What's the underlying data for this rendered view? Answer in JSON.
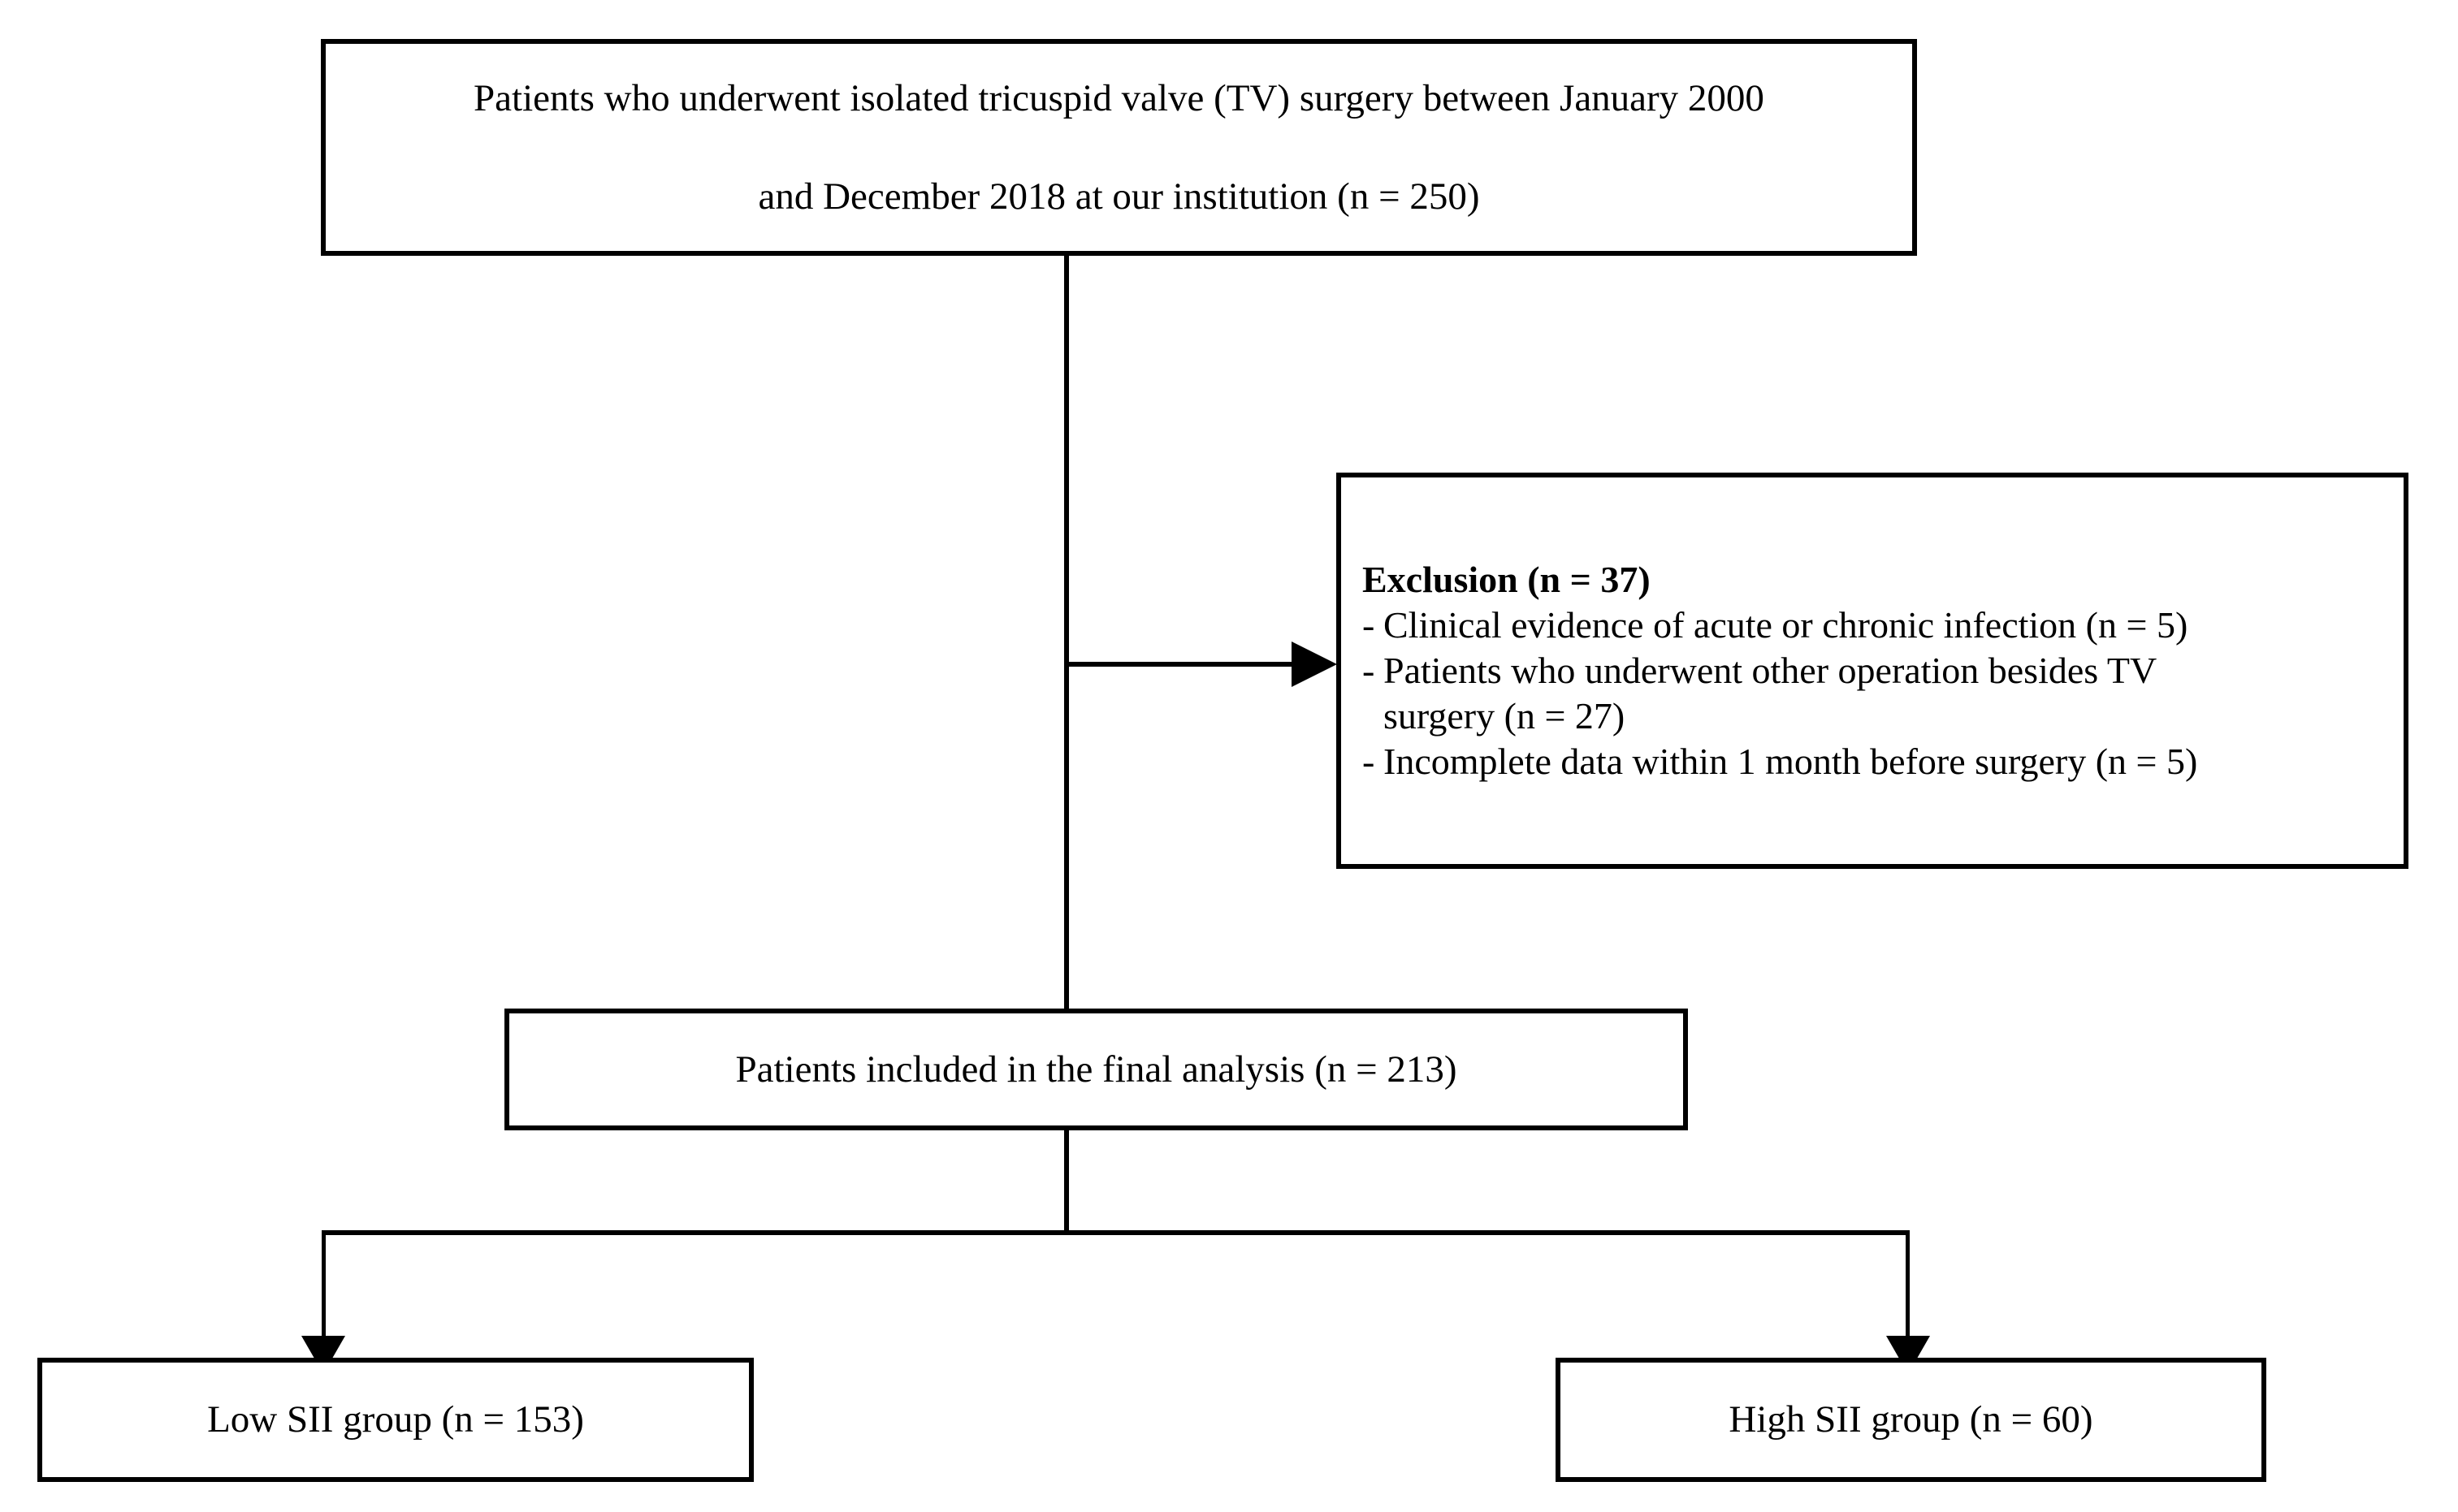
{
  "figure": {
    "type": "flowchart",
    "description": "Patient selection flow diagram"
  },
  "nodes": {
    "enrollment": {
      "line1": "Patients who underwent isolated tricuspid valve (TV) surgery between January 2000",
      "line2": "and December 2018 at our institution (n = 250)"
    },
    "exclusion": {
      "title": "Exclusion (n = 37)",
      "bullet": "-",
      "items": [
        {
          "text": "Clinical evidence of acute or chronic infection (n = 5)",
          "continuation": ""
        },
        {
          "text": "Patients who underwent other operation besides TV",
          "continuation": "surgery (n = 27)"
        },
        {
          "text": "Incomplete data within 1 month before surgery (n = 5)",
          "continuation": ""
        }
      ]
    },
    "final_analysis": {
      "label": "Patients included in the final analysis (n = 213)"
    },
    "low_sii": {
      "label": "Low SII group (n = 153)"
    },
    "high_sii": {
      "label": "High SII group (n = 60)"
    }
  },
  "counts": {
    "screened": 250,
    "excluded_total": 37,
    "excluded_infection": 5,
    "excluded_other_operation": 27,
    "excluded_incomplete_data": 5,
    "analyzed": 213,
    "low_sii": 153,
    "high_sii": 60
  },
  "colors": {
    "line": "#000000",
    "box_fill": "#ffffff",
    "text": "#000000",
    "background": "#ffffff"
  }
}
